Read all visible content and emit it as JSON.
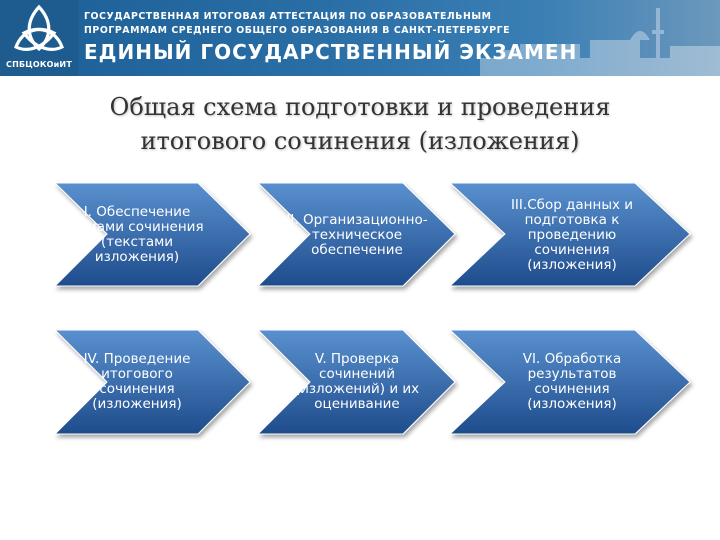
{
  "header": {
    "logo_caption": "СПБЦОКОиИТ",
    "line1": "ГОСУДАРСТВЕННАЯ ИТОГОВАЯ АТТЕСТАЦИЯ ПО ОБРАЗОВАТЕЛЬНЫМ",
    "line2": "ПРОГРАММАМ СРЕДНЕГО ОБЩЕГО ОБРАЗОВАНИЯ В САНКТ-ПЕТЕРБУРГЕ",
    "main": "ЕДИНЫЙ ГОСУДАРСТВЕННЫЙ ЭКЗАМЕН"
  },
  "title": {
    "line1": "Общая схема подготовки и проведения",
    "line2": "итогового сочинения (изложения)"
  },
  "colors": {
    "banner": "#2a6ea6",
    "arrow_light": "#4f86c6",
    "arrow_dark": "#1f4f8f",
    "title": "#333333"
  },
  "steps": [
    {
      "label": "I. Обеспечение темами сочинения (текстами изложения)"
    },
    {
      "label": "II. Организационно-техническое обеспечение"
    },
    {
      "label": "III.Сбор данных и подготовка к проведению сочинения (изложения)"
    },
    {
      "label": "IV. Проведение итогового сочинения (изложения)"
    },
    {
      "label": "V. Проверка сочинений (изложений) и их оценивание"
    },
    {
      "label": "VI. Обработка результатов сочинения (изложения)"
    }
  ]
}
